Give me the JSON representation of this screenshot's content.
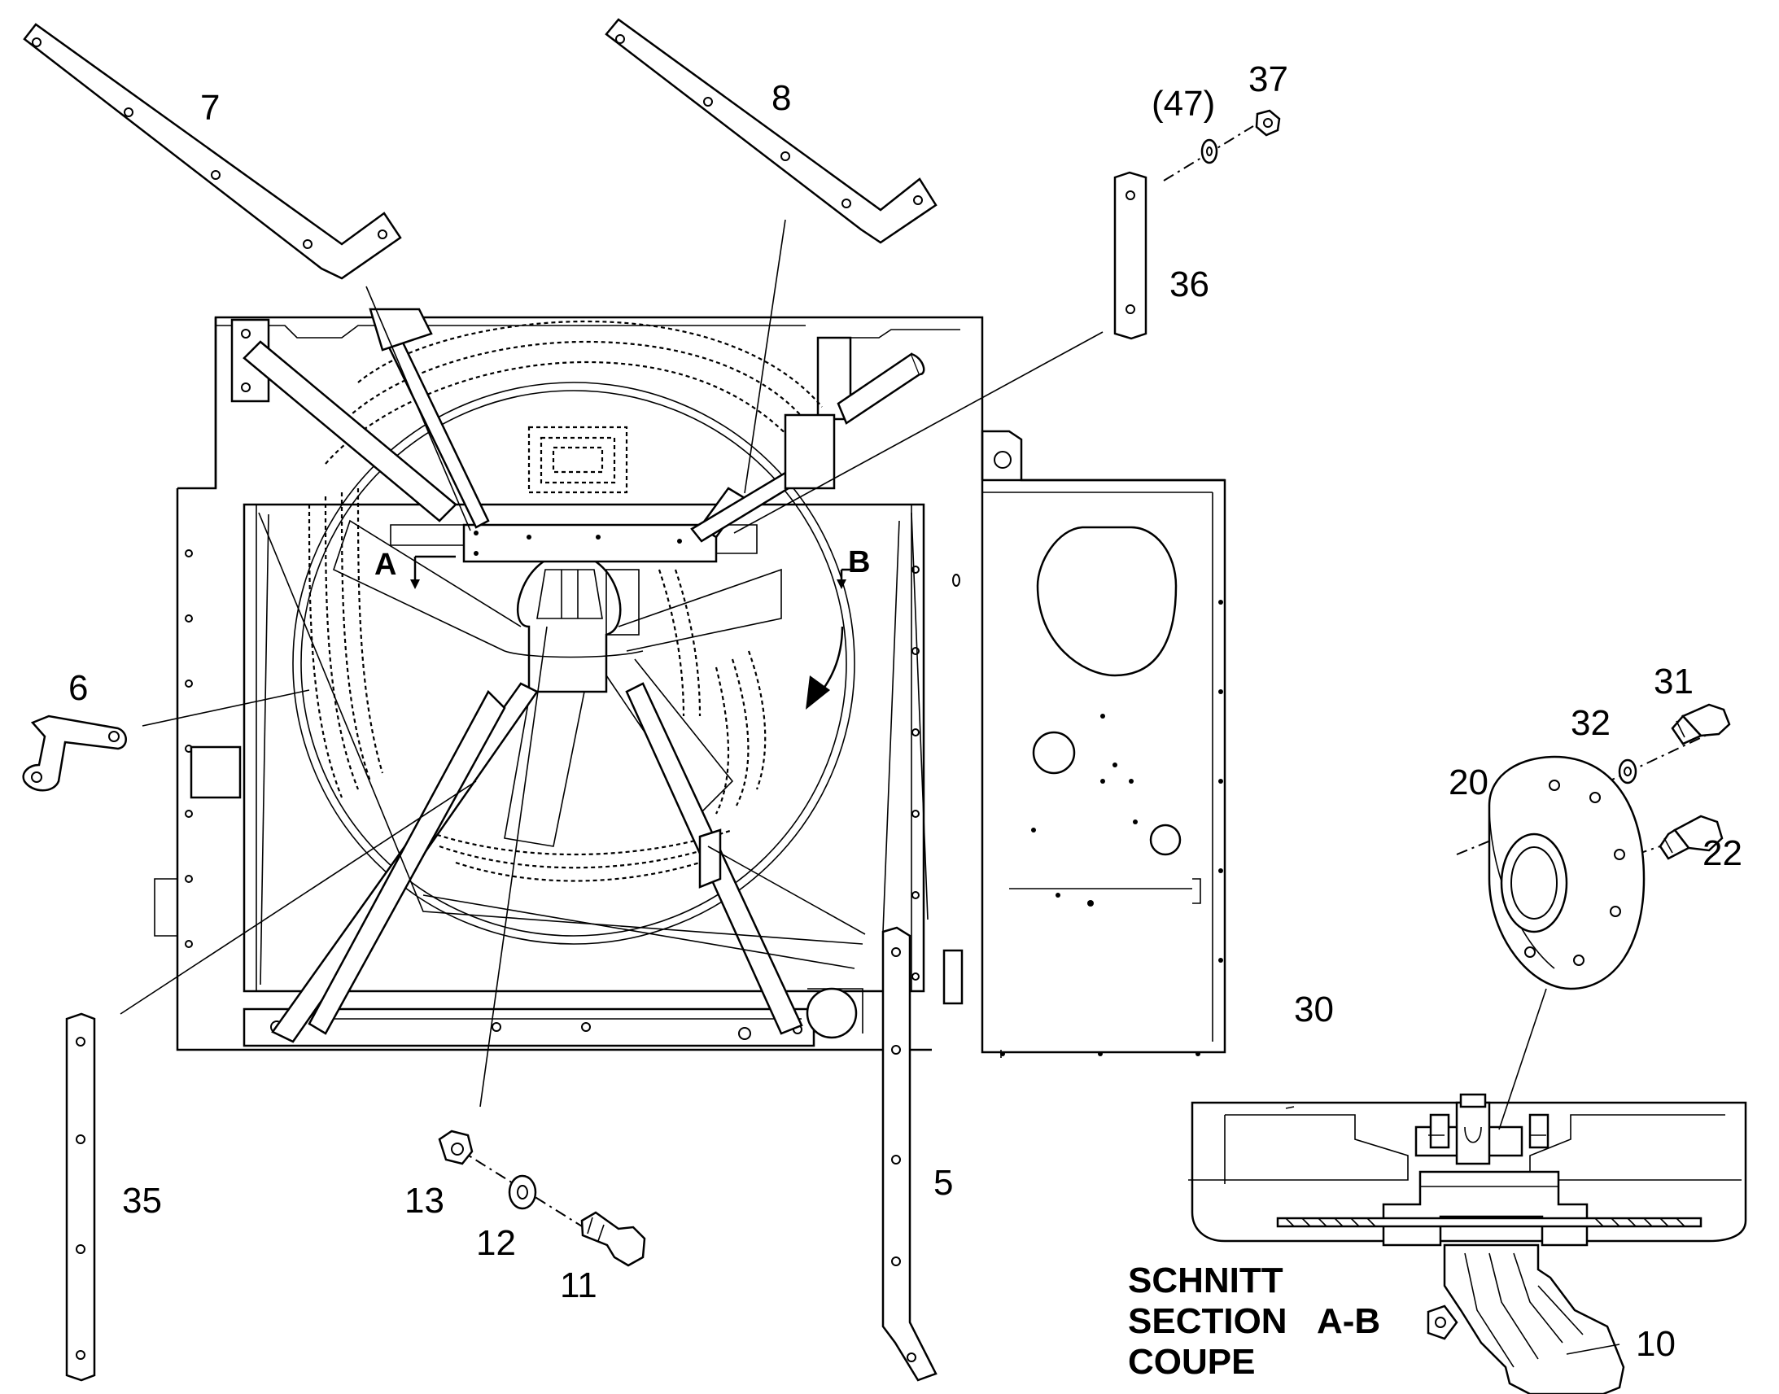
{
  "callouts": {
    "p5": "5",
    "p6": "6",
    "p7": "7",
    "p8": "8",
    "p10": "10",
    "p11": "11",
    "p12": "12",
    "p13": "13",
    "p20": "20",
    "p22": "22",
    "p30": "30",
    "p31": "31",
    "p32": "32",
    "p35": "35",
    "p36": "36",
    "p37": "37",
    "p47": "(47)"
  },
  "section_markers": {
    "a": "A",
    "b": "B"
  },
  "section_caption": {
    "line1": "SCHNITT",
    "line2": "SECTION",
    "line2_suffix": "A-B",
    "line3": "COUPE"
  },
  "colors": {
    "ink": "#000000",
    "paper": "#ffffff"
  }
}
